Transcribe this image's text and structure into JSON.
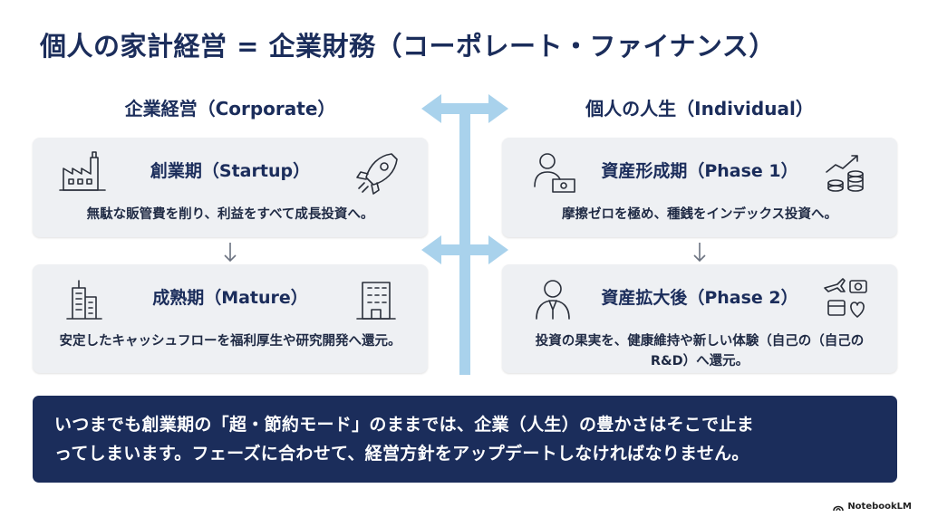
{
  "title": "個人の家計経営 = 企業財務（コーポレート・ファイナンス）",
  "left_column": {
    "heading": "企業経営（Corporate）",
    "cards": [
      {
        "phase": "創業期（Startup）",
        "desc": "無駄な販管費を削り、利益をすべて成長投資へ。",
        "icons": [
          "factory-icon",
          "rocket-icon"
        ]
      },
      {
        "phase": "成熟期（Mature）",
        "desc": "安定したキャッシュフローを福利厚生や研究開発へ還元。",
        "icons": [
          "skyscraper-icon",
          "office-building-icon"
        ]
      }
    ]
  },
  "right_column": {
    "heading": "個人の人生（Individual）",
    "cards": [
      {
        "phase": "資産形成期（Phase 1）",
        "desc": "摩擦ゼロを極め、種銭をインデックス投資へ。",
        "icons": [
          "person-with-cash-icon",
          "growth-coins-icon"
        ]
      },
      {
        "phase": "資産拡大後（Phase 2）",
        "desc": "投資の果実を、健康維持や新しい体験（自己の（自己のR&D）へ還元。",
        "icons": [
          "person-suit-icon",
          "travel-camera-heart-icon"
        ]
      }
    ]
  },
  "banner": {
    "line1": "いつまでも創業期の「超・節約モード」のままでは、企業（人生）の豊かさはそこで止ま",
    "line2": "ってしまいます。フェーズに合わせて、経営方針をアップデートしなければなりません。"
  },
  "brand": "NotebookLM",
  "colors": {
    "navy": "#1b2d5b",
    "card_bg": "#eef0f3",
    "axis": "#a9d2ec"
  }
}
